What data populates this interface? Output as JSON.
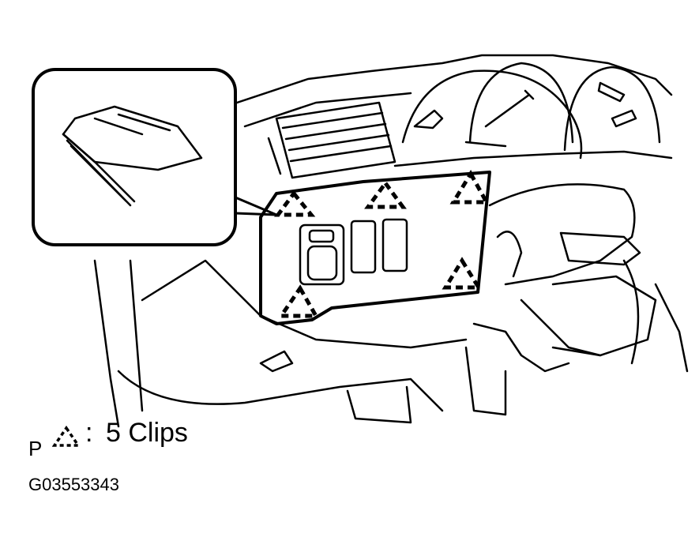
{
  "legend": {
    "prefix": "P",
    "symbol": "dashed-triangle-clip-icon",
    "text": "5 Clips"
  },
  "figure_id": "G03553343",
  "colors": {
    "line": "#000000",
    "background": "#ffffff"
  }
}
